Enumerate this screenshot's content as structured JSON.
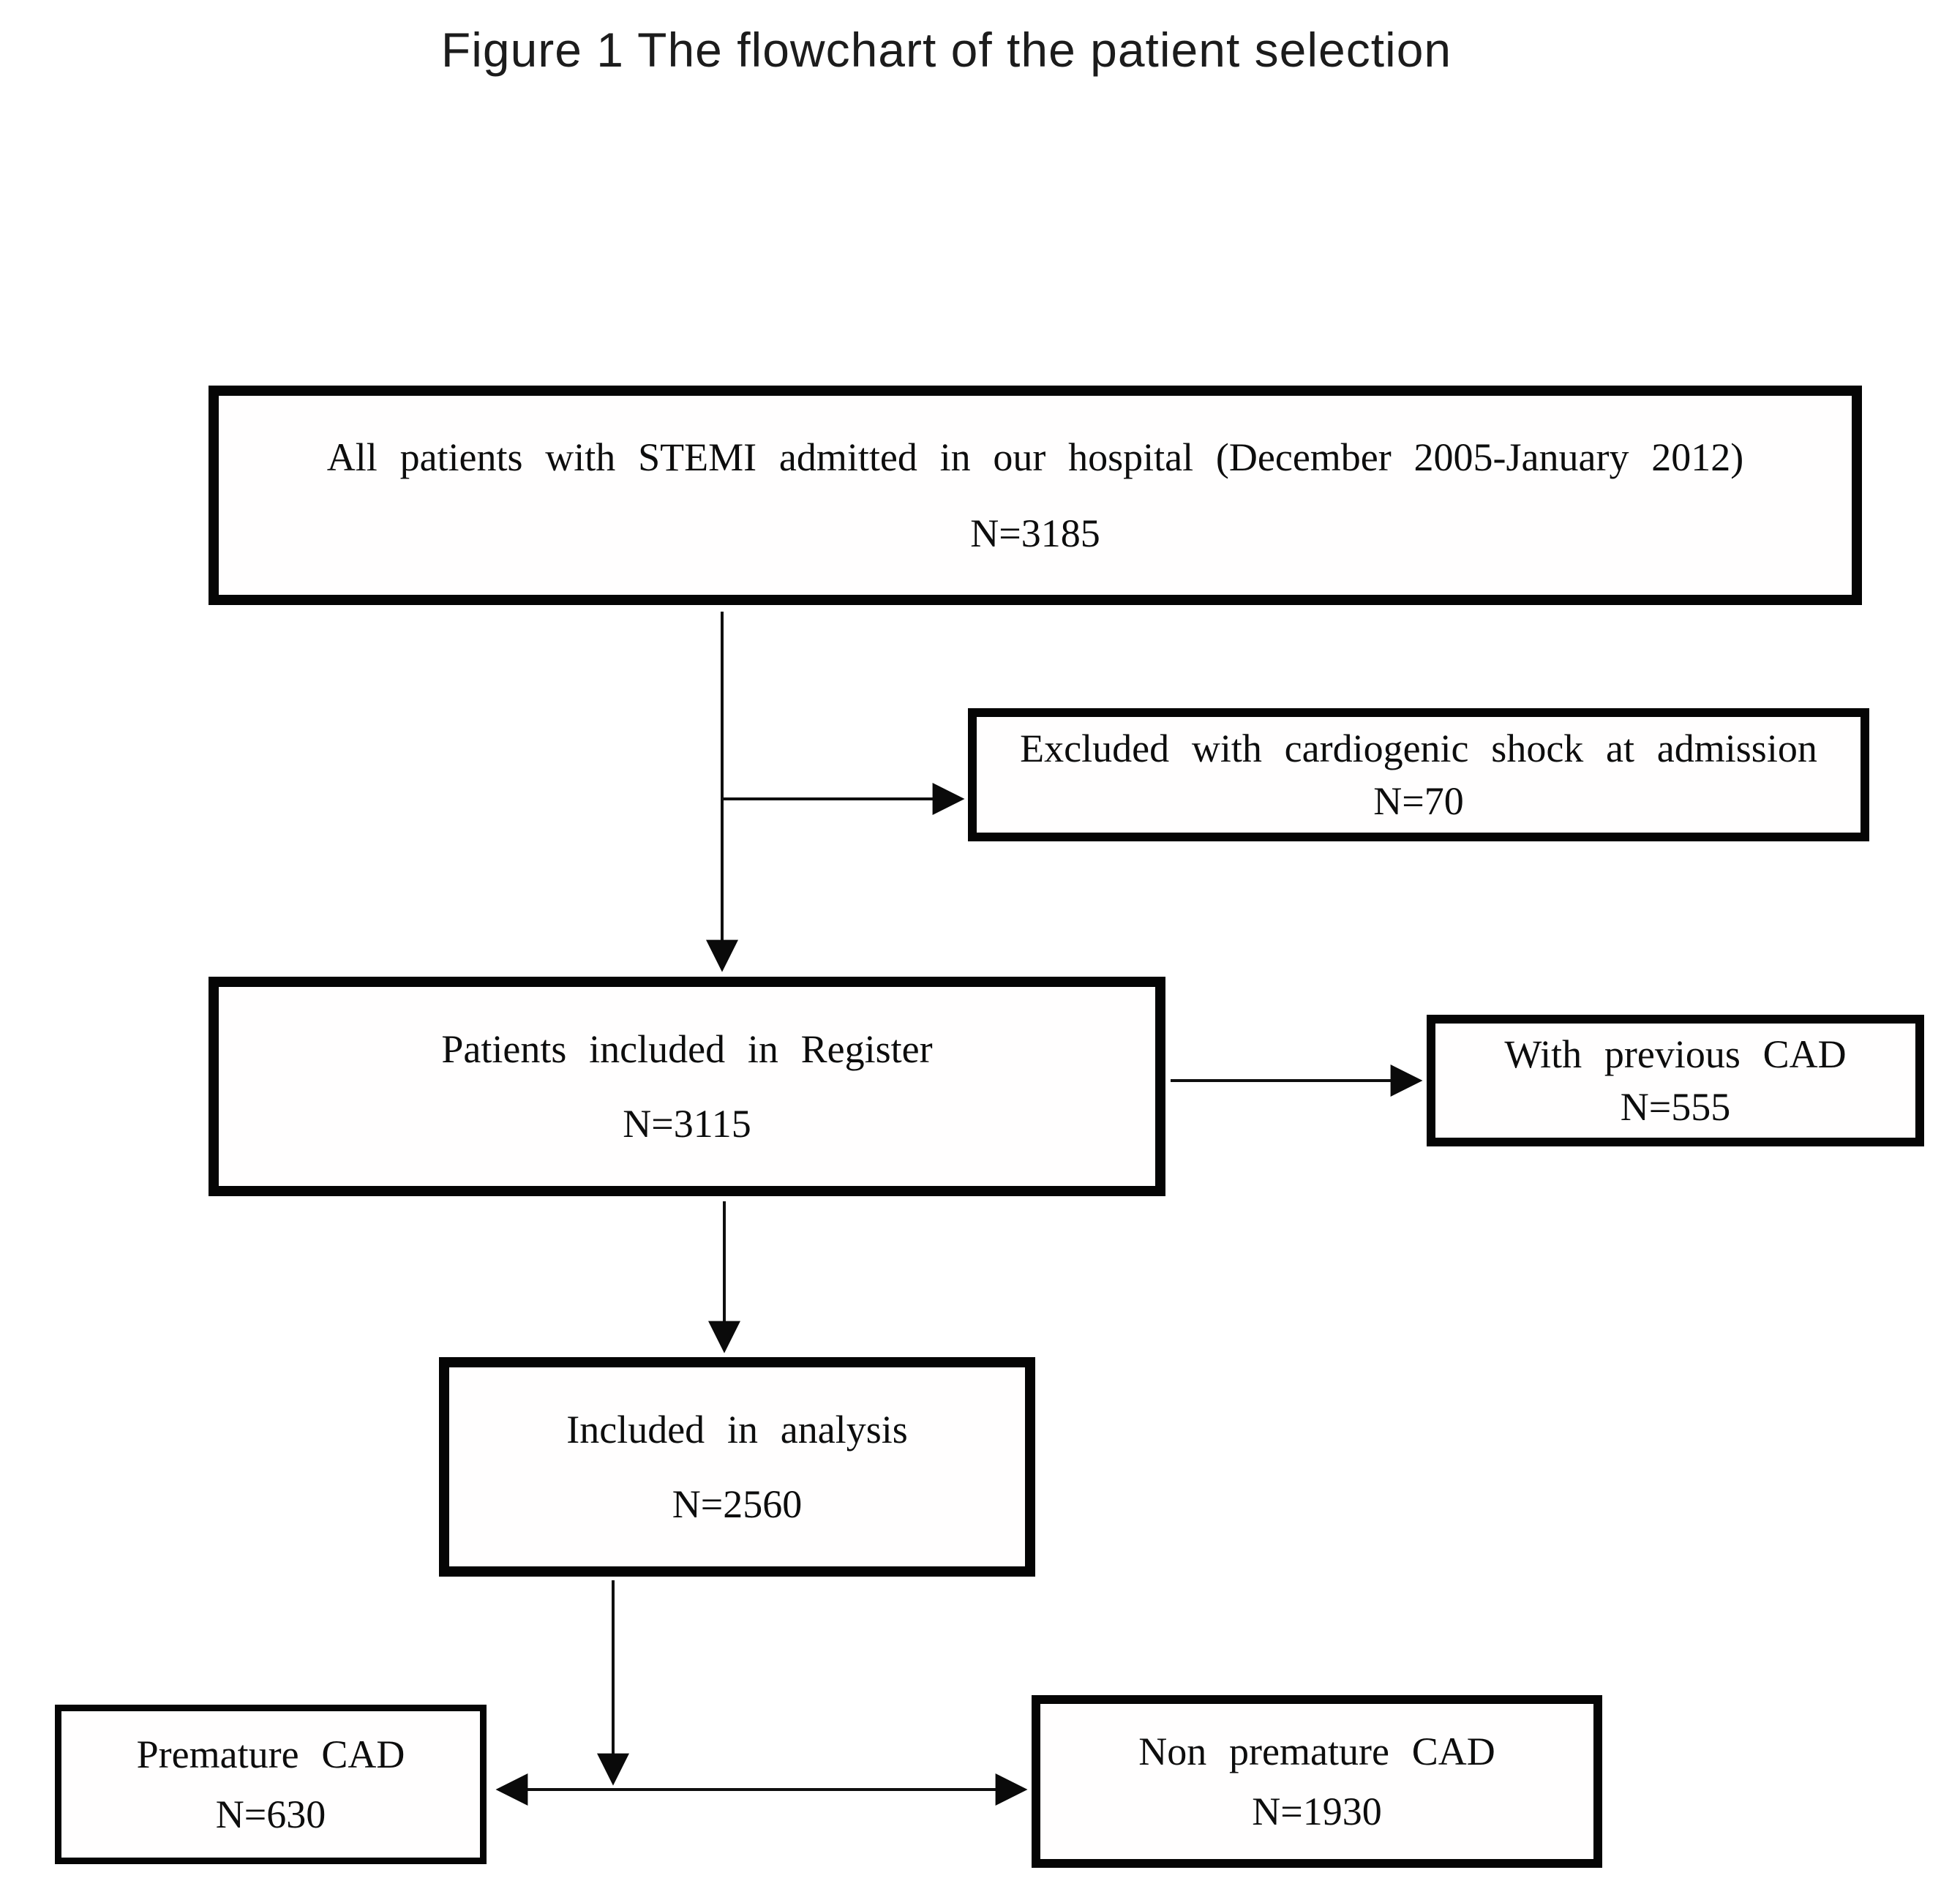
{
  "figure": {
    "title": "Figure 1 The flowchart of the patient selection"
  },
  "colors": {
    "ink": "#000000",
    "background": "#ffffff"
  },
  "flowchart": {
    "nodes": [
      {
        "id": "all-patients",
        "label": "All patients with STEMI admitted in our hospital (December 2005-January 2012)",
        "n": "N=3185"
      },
      {
        "id": "excluded-cardiogenic-shock",
        "label": "Excluded with cardiogenic shock at admission",
        "n": "N=70"
      },
      {
        "id": "patients-included-in-register",
        "label": "Patients included in Register",
        "n": "N=3115"
      },
      {
        "id": "with-previous-cad",
        "label": "With previous CAD",
        "n": "N=555"
      },
      {
        "id": "included-in-analysis",
        "label": "Included in analysis",
        "n": "N=2560"
      },
      {
        "id": "premature-cad",
        "label": "Premature CAD",
        "n": "N=630"
      },
      {
        "id": "non-premature-cad",
        "label": "Non premature CAD",
        "n": "N=1930"
      }
    ],
    "edges": [
      {
        "from": "all-patients",
        "to": "patients-included-in-register"
      },
      {
        "from": "all-patients",
        "to": "excluded-cardiogenic-shock"
      },
      {
        "from": "patients-included-in-register",
        "to": "with-previous-cad"
      },
      {
        "from": "patients-included-in-register",
        "to": "included-in-analysis"
      },
      {
        "from": "included-in-analysis",
        "to": "premature-cad"
      },
      {
        "from": "included-in-analysis",
        "to": "non-premature-cad"
      }
    ]
  }
}
